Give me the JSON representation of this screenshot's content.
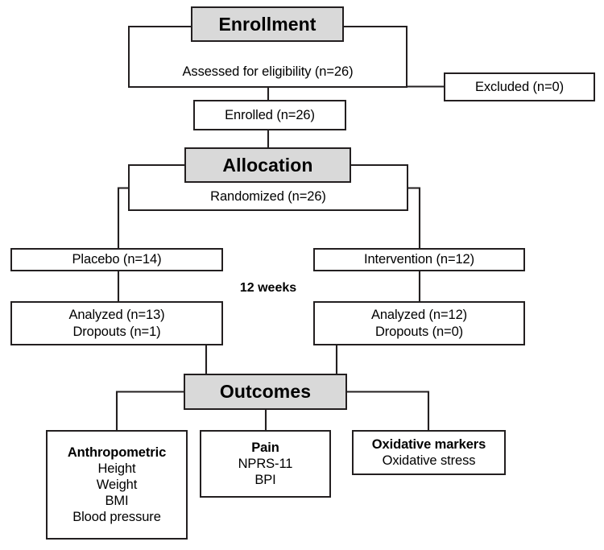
{
  "diagram": {
    "type": "consort-flow-diagram",
    "title": "CONSORT participant flow diagram",
    "style": {
      "header_fill": "#d9d9d9",
      "box_fill": "#ffffff",
      "line_color": "#231f20",
      "text_color": "#000000"
    },
    "stage_headers": [
      {
        "id": "enrollment",
        "label": "Enrollment"
      },
      {
        "id": "allocation",
        "label": "Allocation"
      },
      {
        "id": "outcomes",
        "label": "Outcomes"
      }
    ],
    "nodes": [
      {
        "id": "enrollment-header",
        "label": "Enrollment",
        "kind": "header",
        "lines": [
          "Enrollment"
        ]
      },
      {
        "id": "assessed",
        "label": "Assessed for eligibility (n=26)",
        "kind": "box",
        "lines": [
          "Assessed for eligibility (n=26)"
        ]
      },
      {
        "id": "excluded",
        "label": "Excluded (n=0)",
        "kind": "box",
        "lines": [
          "Excluded (n=0)"
        ]
      },
      {
        "id": "enrolled",
        "label": "Enrolled (n=26)",
        "kind": "box",
        "lines": [
          "Enrolled (n=26)"
        ]
      },
      {
        "id": "allocation-header",
        "label": "Allocation",
        "kind": "header",
        "lines": [
          "Allocation"
        ]
      },
      {
        "id": "randomized",
        "label": "Randomized (n=26)",
        "kind": "box",
        "lines": [
          "Randomized (n=26)"
        ]
      },
      {
        "id": "placebo",
        "label": "Placebo (n=14)",
        "kind": "box",
        "lines": [
          "Placebo (n=14)"
        ]
      },
      {
        "id": "intervention",
        "label": "Intervention (n=12)",
        "kind": "box",
        "lines": [
          "Intervention (n=12)"
        ]
      },
      {
        "id": "analyzed-placebo",
        "label": "Analyzed (n=13) Dropouts (n=1)",
        "kind": "box",
        "lines": [
          "Analyzed (n=13)",
          "Dropouts (n=1)"
        ]
      },
      {
        "id": "analyzed-intervention",
        "label": "Analyzed (n=12) Dropouts (n=0)",
        "kind": "box",
        "lines": [
          "Analyzed (n=12)",
          "Dropouts (n=0)"
        ]
      },
      {
        "id": "outcomes-header",
        "label": "Outcomes",
        "kind": "header",
        "lines": [
          "Outcomes"
        ]
      },
      {
        "id": "anthropometric",
        "label": "Anthropometric",
        "kind": "box",
        "lines": [
          "Anthropometric",
          "Height",
          "Weight",
          "BMI",
          "Blood pressure"
        ]
      },
      {
        "id": "pain",
        "label": "Pain",
        "kind": "box",
        "lines": [
          "Pain",
          "NPRS-11",
          "BPI"
        ]
      },
      {
        "id": "oxidative",
        "label": "Oxidative markers",
        "kind": "box",
        "lines": [
          "Oxidative markers",
          "Oxidative stress"
        ]
      }
    ],
    "annotations": [
      {
        "id": "duration",
        "text": "12 weeks"
      }
    ],
    "node_text": {
      "enrollment_header": "Enrollment",
      "assessed": "Assessed for eligibility (n=26)",
      "excluded": "Excluded (n=0)",
      "enrolled": "Enrolled (n=26)",
      "allocation_header": "Allocation",
      "randomized": "Randomized (n=26)",
      "placebo": "Placebo (n=14)",
      "intervention": "Intervention (n=12)",
      "analyzed_placebo_line1": "Analyzed (n=13)",
      "analyzed_placebo_line2": "Dropouts (n=1)",
      "analyzed_intervention_line1": "Analyzed (n=12)",
      "analyzed_intervention_line2": "Dropouts (n=0)",
      "outcomes_header": "Outcomes",
      "anthropometric_title": "Anthropometric",
      "anthropometric_item1": "Height",
      "anthropometric_item2": "Weight",
      "anthropometric_item3": "BMI",
      "anthropometric_item4": "Blood pressure",
      "pain_title": "Pain",
      "pain_item1": "NPRS-11",
      "pain_item2": "BPI",
      "oxidative_title": "Oxidative markers",
      "oxidative_item1": "Oxidative stress",
      "duration_label": "12 weeks"
    }
  }
}
